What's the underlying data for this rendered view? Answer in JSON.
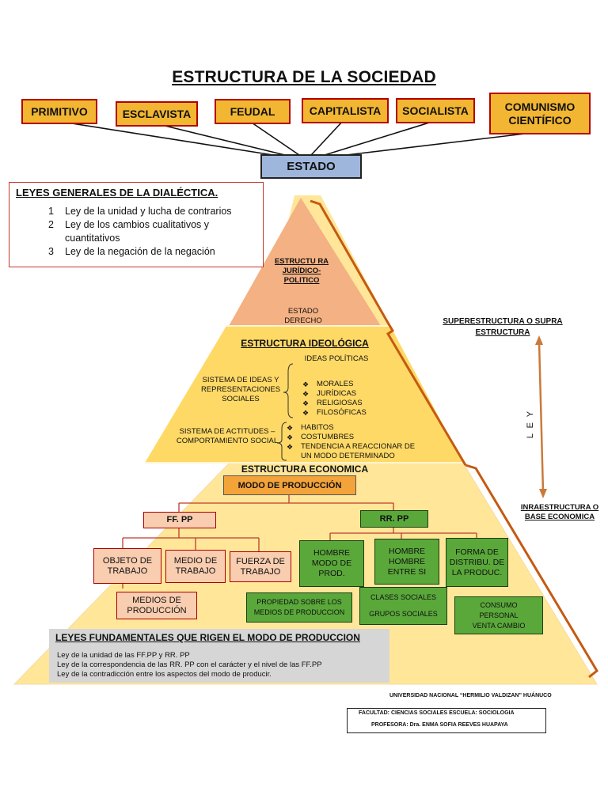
{
  "title": "ESTRUCTURA DE LA SOCIEDAD",
  "societies": [
    "PRIMITIVO",
    "ESCLAVISTA",
    "FEUDAL",
    "CAPITALISTA",
    "SOCIALISTA",
    "COMUNISMO CIENTÍFICO"
  ],
  "estado": "ESTADO",
  "leyes_dialectica": {
    "heading": "LEYES GENERALES DE LA DIALÉCTICA.",
    "items": [
      {
        "num": "1",
        "text": "Ley de la unidad y lucha de contrarios"
      },
      {
        "num": "2",
        "text": "Ley de los cambios cualitativos y cuantitativos"
      },
      {
        "num": "3",
        "text": "Ley de la negación de la negación"
      }
    ]
  },
  "top": {
    "heading": "ESTRUCTU RA JURÍDICO-POLITICO",
    "sub": "ESTADO DERECHO"
  },
  "ideologica": {
    "heading": "ESTRUCTURA IDEOLÓGICA",
    "ideas_politicas": "IDEAS POLÍTICAS",
    "sistema_ideas": "SISTEMA DE IDEAS Y REPRESENTACIONES SOCIALES",
    "ideas_items": [
      "MORALES",
      "JURÍDICAS",
      "RELIGIOSAS",
      "FILOSÓFICAS"
    ],
    "sistema_actitudes": "SISTEMA DE ACTITUDES – COMPORTAMIENTO SOCIAL",
    "actitudes_items": [
      "HABITOS",
      "COSTUMBRES",
      "TENDENCIA A REACCIONAR DE UN MODO DETERMINADO"
    ]
  },
  "economica": {
    "heading": "ESTRUCTURA ECONOMICA",
    "modo": "MODO DE PRODUCCIÓN",
    "ffpp": "FF. PP",
    "rrpp": "RR. PP",
    "ff_items": [
      "OBJETO DE TRABAJO",
      "MEDIO DE TRABAJO",
      "FUERZA DE TRABAJO"
    ],
    "medios": "MEDIOS DE PRODUCCIÓN",
    "rr_items": [
      "HOMBRE MODO DE PROD.",
      "HOMBRE HOMBRE ENTRE SI",
      "FORMA DE DISTRIBU. DE LA PRODUC."
    ],
    "propiedad": "PROPIEDAD SOBRE LOS MEDIOS DE PRODUCCION",
    "clases": "CLASES SOCIALES",
    "grupos": "GRUPOS SOCIALES",
    "consumo": "CONSUMO PERSONAL VENTA CAMBIO"
  },
  "leyes_fundamentales": {
    "heading": "LEYES FUNDAMENTALES QUE RIGEN EL MODO DE PRODUCCION",
    "lines": [
      "Ley de la unidad de las FF.PP y RR. PP",
      "Ley de la correspondencia de las RR. PP con el carácter y el nivel de las FF.PP",
      "Ley de la contradicción entre los aspectos del modo de producir."
    ]
  },
  "right": {
    "superestructura": "SUPERESTRUCTURA O SUPRA ESTRUCTURA",
    "ley": "L E Y",
    "infraestructura": "INRAESTRUCTURA O BASE ECONOMICA"
  },
  "footer": {
    "university": "UNIVERSIDAD NACIONAL “HERMILIO VALDIZAN” HUÁNUCO",
    "facultad": "FACULTAD: CIENCIAS SOCIALES ESCUELA: SOCIOLOGIA",
    "profesora": "PROFESORA: Dra. ENMA SOFIA REEVES HUAPAYA"
  },
  "colors": {
    "top_tier": "#f4b183",
    "middle_tier": "#ffd966",
    "bottom_tier": "#ffe699",
    "society_box": "#f3b632",
    "estado_box": "#9fb6dc",
    "green_box": "#5aa83a",
    "pink_box": "#f9cdb0",
    "bracket": "#c55a11"
  }
}
